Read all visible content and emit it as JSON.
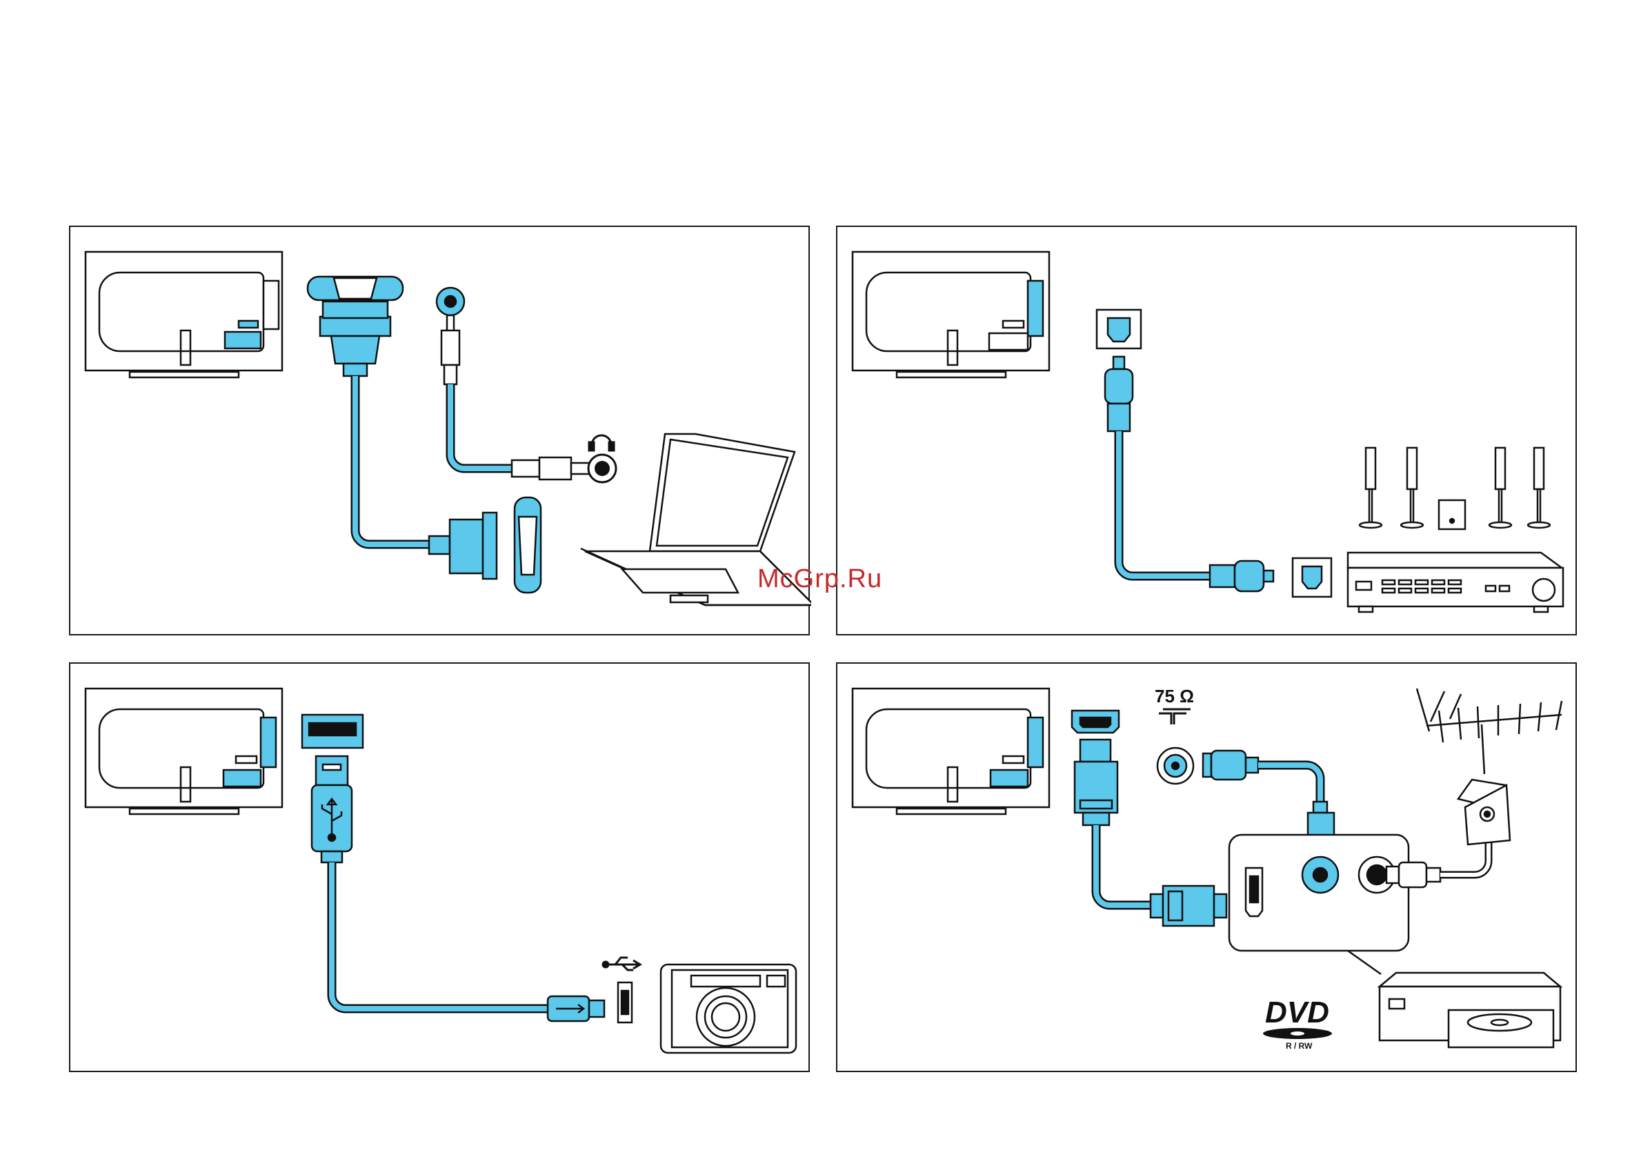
{
  "watermark": "McGrp.Ru",
  "colors": {
    "cable": "#5bc8ec",
    "outline": "#111111",
    "paper": "#ffffff"
  },
  "panels": [
    {
      "devices": [
        "tv-icon",
        "vga-connector-icon",
        "audio-jack-icon",
        "headphone-icon",
        "laptop-icon"
      ]
    },
    {
      "devices": [
        "tv-icon",
        "optical-connector-icon",
        "speakers-icon",
        "subwoofer-icon",
        "av-receiver-icon"
      ]
    },
    {
      "devices": [
        "tv-icon",
        "usb-connector-icon",
        "usb-symbol-icon",
        "camera-icon"
      ]
    },
    {
      "devices": [
        "tv-icon",
        "hdmi-connector-icon",
        "coax-connector-icon",
        "antenna-icon",
        "dvd-recorder-icon"
      ],
      "impedance_label": "75 Ω",
      "dvd_label": "DVD",
      "dvd_sub_label": "R / RW"
    }
  ]
}
